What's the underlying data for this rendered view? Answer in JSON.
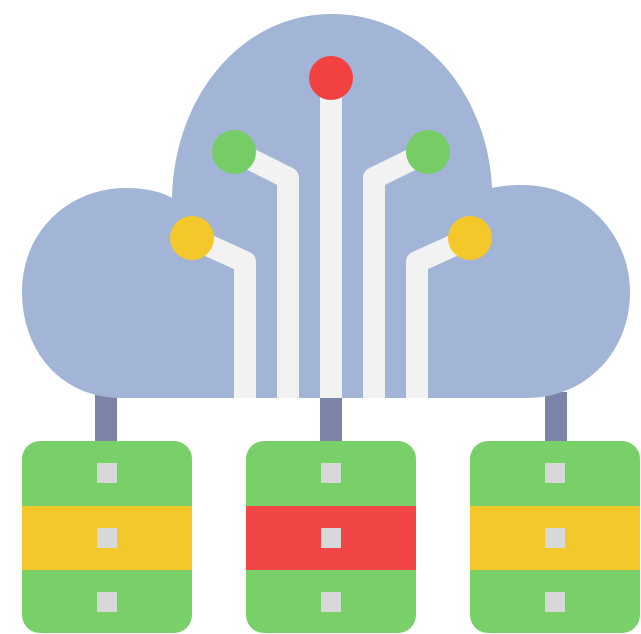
{
  "illustration": {
    "icon": "cloud-server-network",
    "colors": {
      "cloud": "#a3b5d6",
      "connector": "#7c83a8",
      "circuit_line": "#f2f2f2",
      "led_red": "#f24141",
      "led_green": "#77cc66",
      "led_yellow": "#f4c82a",
      "server_green": "#79cf68",
      "server_yellow": "#f4c82a",
      "server_red": "#f24646",
      "server_port": "#d7d9d8"
    },
    "servers": [
      {
        "name": "server-left",
        "middle_band": "yellow"
      },
      {
        "name": "server-center",
        "middle_band": "red"
      },
      {
        "name": "server-right",
        "middle_band": "yellow"
      }
    ]
  }
}
